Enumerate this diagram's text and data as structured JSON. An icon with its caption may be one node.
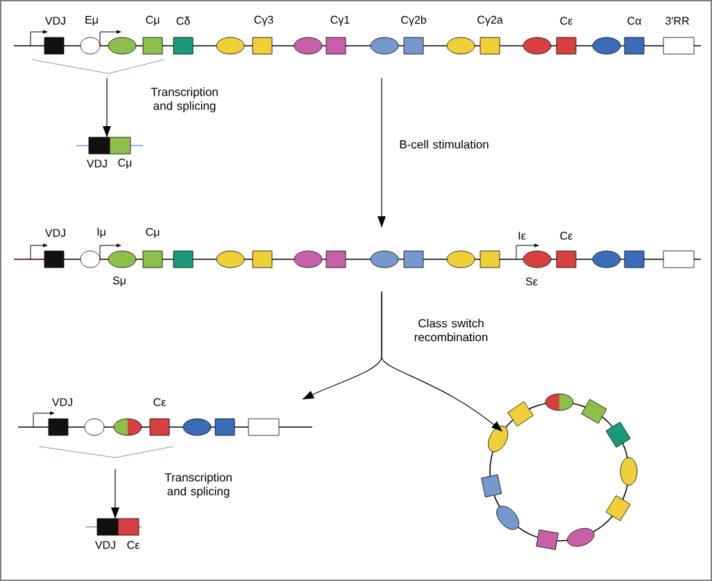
{
  "diagram": {
    "nodes": [
      {
        "text": [],
        "shape": "bar"
      },
      {
        "text": [],
        "shape": "bar",
        "beside": [
          "VDJ",
          "Cμ"
        ]
      },
      {
        "text": [],
        "shape": "bar",
        "beside": [
          "Sμ",
          "Sε"
        ]
      },
      {
        "text": [],
        "shape": "bar"
      },
      {
        "text": [],
        "shape": "bar",
        "beside": [
          "VDJ",
          "Cε"
        ]
      },
      {
        "text": [],
        "shape": "circle"
      }
    ],
    "edges": [
      {
        "from": 0,
        "to": 1,
        "arrow": "to",
        "label": "Transcription and splicing"
      },
      {
        "from": 0,
        "to": 2,
        "arrow": "to",
        "label": "B-cell stimulation"
      },
      {
        "from": 2,
        "to": 3,
        "arrow": "to",
        "label": "Class switch recombination"
      },
      {
        "from": 2,
        "to": 5,
        "arrow": "to"
      },
      {
        "from": 3,
        "to": 4,
        "arrow": "to",
        "label": "Transcription and splicing"
      }
    ],
    "labels": [
      "VDJ",
      "Eμ",
      "Cμ",
      "Cδ",
      "Cγ3",
      "Cγ1",
      "Cγ2b",
      "Cγ2a",
      "Cε",
      "Cα",
      "3′RR",
      "VDJ",
      "Iμ",
      "Cμ",
      "Iε",
      "Cε",
      "VDJ",
      "Cε"
    ]
  }
}
